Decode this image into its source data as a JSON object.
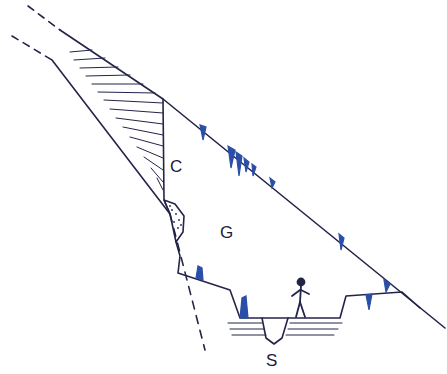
{
  "diagram": {
    "labels": [
      "C",
      "G",
      "S"
    ]
  }
}
